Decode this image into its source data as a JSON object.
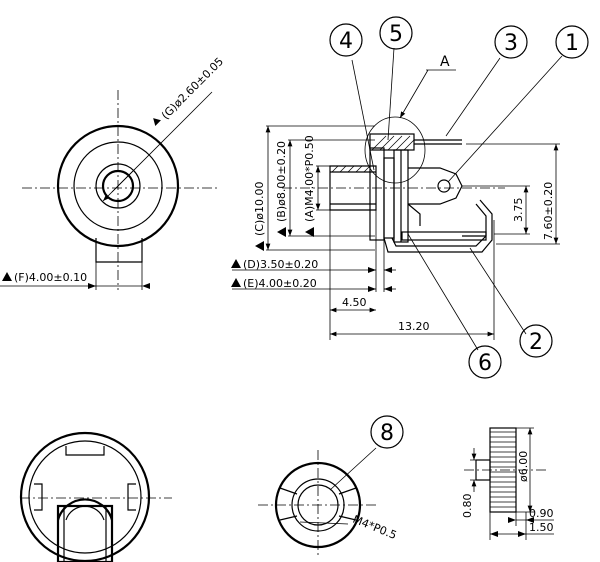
{
  "balloons": [
    "1",
    "2",
    "3",
    "4",
    "5",
    "6",
    "8"
  ],
  "section_label": "A",
  "dimensions": {
    "g": "(G)ø2.60±0.05",
    "f": "(F)4.00±0.10",
    "c": "(C)ø10.00",
    "b": "(B)ø8.00±0.20",
    "a": "(A)M4.00*P0.50",
    "d": "(D)3.50±0.20",
    "e": "(E)4.00±0.20",
    "len_450": "4.50",
    "len_1320": "13.20",
    "h_375": "3.75",
    "h_760": "7.60±0.20",
    "d_600": "ø6.00",
    "t_080": "0.80",
    "t_090": "0.90",
    "t_150": "1.50",
    "thread": "M4*P0.5"
  }
}
